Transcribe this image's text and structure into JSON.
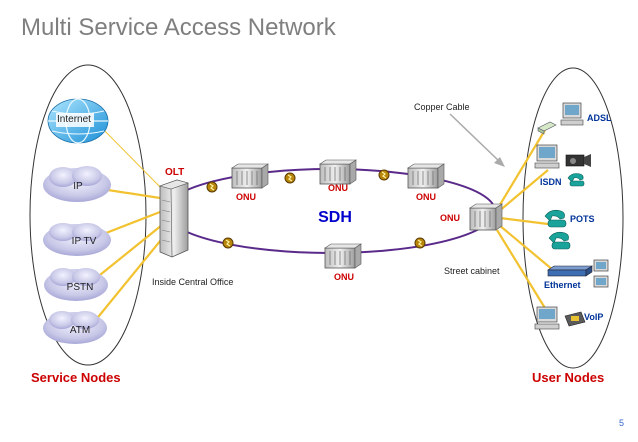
{
  "title": "Multi Service Access Network",
  "page_number": "5",
  "labels": {
    "olt": "OLT",
    "onu": "ONU",
    "sdh": "SDH",
    "copper_cable": "Copper Cable",
    "street_cabinet": "Street cabinet",
    "inside_central_office": "Inside Central Office",
    "service_nodes": "Service Nodes",
    "user_nodes": "User Nodes"
  },
  "service_nodes": [
    "Internet",
    "IP",
    "IP TV",
    "PSTN",
    "ATM"
  ],
  "user_nodes": [
    "ADSL",
    "ISDN",
    "POTS",
    "Ethernet",
    "VoIP"
  ],
  "colors": {
    "title": "#7f7f7f",
    "accent_red": "#cc0000",
    "sdh_blue": "#0000cc",
    "ring": "#5a2a8a",
    "cable": "#f2c230",
    "user_label": "#003399",
    "cloud": "#c9c9e8"
  },
  "icons": [
    "olt-rack-icon",
    "onu-rack-icon",
    "fiber-node-icon",
    "globe-icon",
    "computer-icon",
    "camera-icon",
    "phone-icon",
    "ethernet-hub-icon",
    "voip-phone-icon",
    "modem-icon"
  ]
}
